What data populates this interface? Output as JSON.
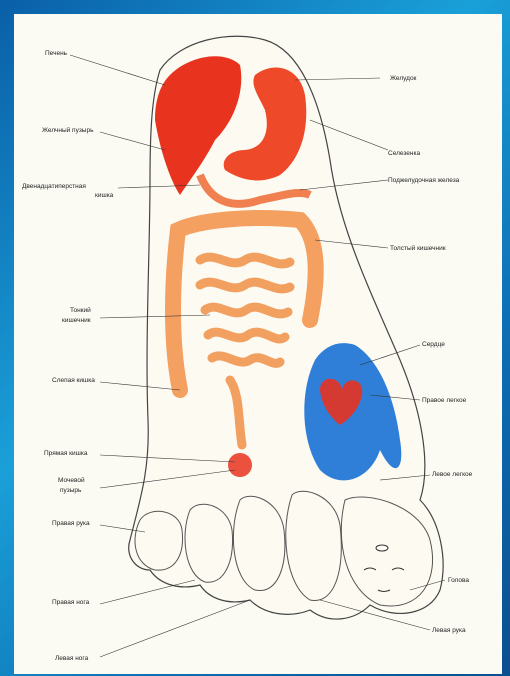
{
  "diagram": {
    "labels_left": [
      {
        "id": "pechen",
        "text": "Печень"
      },
      {
        "id": "zhelch",
        "text": "Желчный пузырь"
      },
      {
        "id": "duodenum1",
        "text": "Двенадцатиперстная"
      },
      {
        "id": "duodenum2",
        "text": "кишка"
      },
      {
        "id": "tonkaya1",
        "text": "Тонкий"
      },
      {
        "id": "tonkaya2",
        "text": "кишечник"
      },
      {
        "id": "slepaya",
        "text": "Слепая кишка"
      },
      {
        "id": "pryamaya",
        "text": "Прямая кишка"
      },
      {
        "id": "mochevoy1",
        "text": "Мочевой"
      },
      {
        "id": "mochevoy2",
        "text": "пузырь"
      },
      {
        "id": "pravaya_ruka",
        "text": "Правая рука"
      },
      {
        "id": "pravaya_noga",
        "text": "Правая нога"
      },
      {
        "id": "levaya_noga",
        "text": "Левая нога"
      }
    ],
    "labels_right": [
      {
        "id": "zheludok",
        "text": "Желудок"
      },
      {
        "id": "selezenka",
        "text": "Селезенка"
      },
      {
        "id": "podzhel",
        "text": "Поджелудочная железа"
      },
      {
        "id": "tolsty",
        "text": "Толстый кишечник"
      },
      {
        "id": "serdce",
        "text": "Сердце"
      },
      {
        "id": "levoe_legkoe",
        "text": "Правое легкое"
      },
      {
        "id": "levoe_zakrytoe",
        "text": "Левое легкое"
      },
      {
        "id": "golova",
        "text": "Голова"
      },
      {
        "id": "levaya_ruka",
        "text": "Левая рука"
      }
    ],
    "colors": {
      "liver": "#e8331f",
      "intestine": "#f4a060",
      "lungs": "#2f7fd9",
      "background_blue": "#1aa0d8"
    }
  }
}
